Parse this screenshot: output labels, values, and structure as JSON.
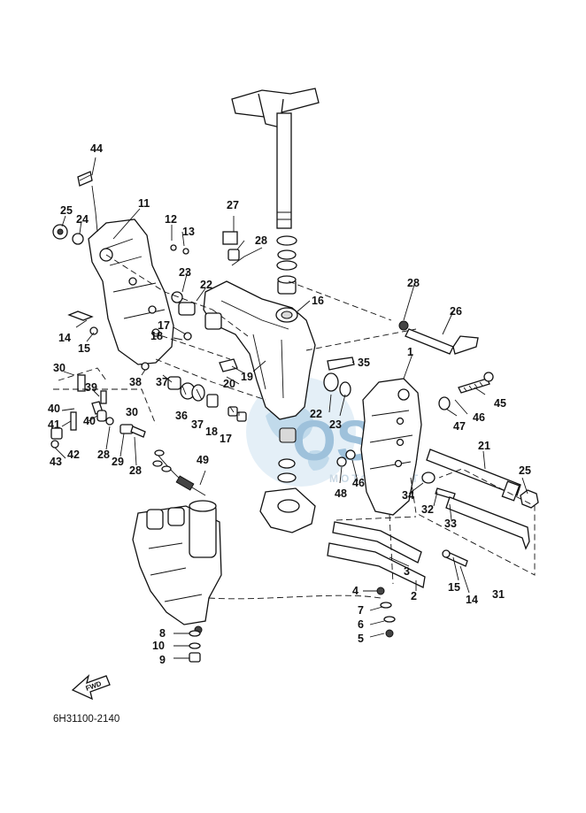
{
  "diagram": {
    "drawing_code": "6H31100-2140",
    "fwd_label": "FWD",
    "watermark": {
      "brand": "OSM",
      "tagline": "MOTORPARTS"
    },
    "callouts": [
      {
        "id": "c1",
        "text": "1"
      },
      {
        "id": "c2",
        "text": "2"
      },
      {
        "id": "c3",
        "text": "3"
      },
      {
        "id": "c4",
        "text": "4"
      },
      {
        "id": "c5",
        "text": "5"
      },
      {
        "id": "c6",
        "text": "6"
      },
      {
        "id": "c7",
        "text": "7"
      },
      {
        "id": "c8",
        "text": "8"
      },
      {
        "id": "c9",
        "text": "9"
      },
      {
        "id": "c10",
        "text": "10"
      },
      {
        "id": "c11",
        "text": "11"
      },
      {
        "id": "c12",
        "text": "12"
      },
      {
        "id": "c13",
        "text": "13"
      },
      {
        "id": "c14a",
        "text": "14"
      },
      {
        "id": "c14b",
        "text": "14"
      },
      {
        "id": "c15a",
        "text": "15"
      },
      {
        "id": "c15b",
        "text": "15"
      },
      {
        "id": "c16",
        "text": "16"
      },
      {
        "id": "c17a",
        "text": "17"
      },
      {
        "id": "c17b",
        "text": "17"
      },
      {
        "id": "c18a",
        "text": "18"
      },
      {
        "id": "c18b",
        "text": "18"
      },
      {
        "id": "c19",
        "text": "19"
      },
      {
        "id": "c20",
        "text": "20"
      },
      {
        "id": "c21",
        "text": "21"
      },
      {
        "id": "c22a",
        "text": "22"
      },
      {
        "id": "c22b",
        "text": "22"
      },
      {
        "id": "c23a",
        "text": "23"
      },
      {
        "id": "c23b",
        "text": "23"
      },
      {
        "id": "c24",
        "text": "24"
      },
      {
        "id": "c25a",
        "text": "25"
      },
      {
        "id": "c25b",
        "text": "25"
      },
      {
        "id": "c26",
        "text": "26"
      },
      {
        "id": "c27",
        "text": "27"
      },
      {
        "id": "c28a",
        "text": "28"
      },
      {
        "id": "c28b",
        "text": "28"
      },
      {
        "id": "c28c",
        "text": "28"
      },
      {
        "id": "c28d",
        "text": "28"
      },
      {
        "id": "c29",
        "text": "29"
      },
      {
        "id": "c30a",
        "text": "30"
      },
      {
        "id": "c30b",
        "text": "30"
      },
      {
        "id": "c31",
        "text": "31"
      },
      {
        "id": "c32",
        "text": "32"
      },
      {
        "id": "c33",
        "text": "33"
      },
      {
        "id": "c34",
        "text": "34"
      },
      {
        "id": "c35",
        "text": "35"
      },
      {
        "id": "c36",
        "text": "36"
      },
      {
        "id": "c37a",
        "text": "37"
      },
      {
        "id": "c37b",
        "text": "37"
      },
      {
        "id": "c38",
        "text": "38"
      },
      {
        "id": "c39",
        "text": "39"
      },
      {
        "id": "c40a",
        "text": "40"
      },
      {
        "id": "c40b",
        "text": "40"
      },
      {
        "id": "c41",
        "text": "41"
      },
      {
        "id": "c42",
        "text": "42"
      },
      {
        "id": "c43",
        "text": "43"
      },
      {
        "id": "c44",
        "text": "44"
      },
      {
        "id": "c45",
        "text": "45"
      },
      {
        "id": "c46a",
        "text": "46"
      },
      {
        "id": "c46b",
        "text": "46"
      },
      {
        "id": "c47",
        "text": "47"
      },
      {
        "id": "c48",
        "text": "48"
      },
      {
        "id": "c49",
        "text": "49"
      }
    ]
  }
}
